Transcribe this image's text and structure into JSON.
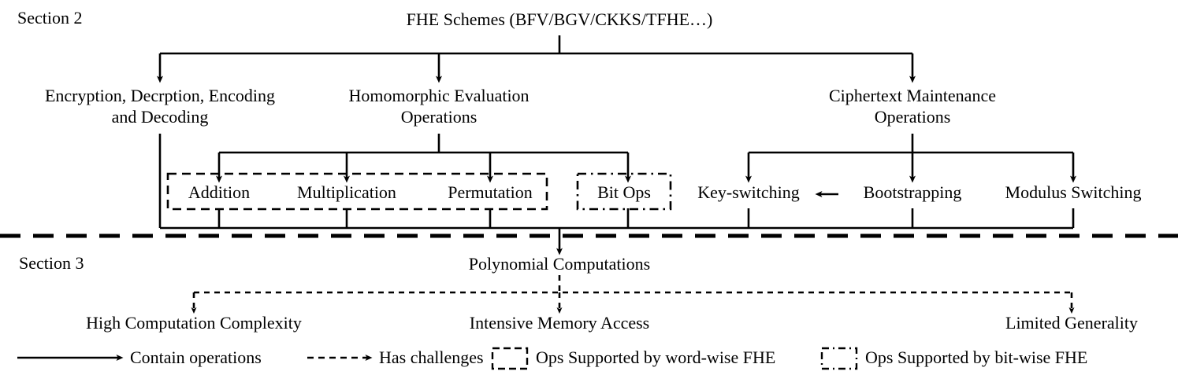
{
  "diagram": {
    "title": "FHE Schemes (BFV/BGV/CKKS/TFHE…)",
    "sections": {
      "upper_label": "Section 2",
      "lower_label": "Section 3"
    },
    "level2": [
      {
        "id": "enc",
        "label": "Encryption, Decrption, Encoding and Decoding"
      },
      {
        "id": "heval",
        "label": "Homomorphic Evaluation Operations"
      },
      {
        "id": "ctmaint",
        "label": "Ciphertext Maintenance Operations"
      }
    ],
    "word_wise_ops": [
      {
        "id": "addition",
        "label": "Addition"
      },
      {
        "id": "multiplication",
        "label": "Multiplication"
      },
      {
        "id": "permutation",
        "label": "Permutation"
      }
    ],
    "bit_wise_ops": [
      {
        "id": "bitops",
        "label": "Bit Ops"
      }
    ],
    "maintenance_ops": [
      {
        "id": "key-switching",
        "label": "Key-switching"
      },
      {
        "id": "bootstrapping",
        "label": "Bootstrapping"
      },
      {
        "id": "modulus-switching",
        "label": "Modulus Switching"
      }
    ],
    "core": {
      "label": "Polynomial Computations"
    },
    "challenges": [
      {
        "id": "complexity",
        "label": "High Computation Complexity"
      },
      {
        "id": "memory",
        "label": "Intensive Memory Access"
      },
      {
        "id": "generality",
        "label": "Limited Generality"
      }
    ],
    "legend": [
      {
        "id": "contain-operations",
        "glyph": "solid-arrow",
        "label": "Contain operations"
      },
      {
        "id": "has-challenges",
        "glyph": "dashed-arrow",
        "label": "Has challenges"
      },
      {
        "id": "word-wise",
        "glyph": "dashed-box",
        "label": "Ops Supported by word-wise FHE"
      },
      {
        "id": "bit-wise",
        "glyph": "dashdot-box",
        "label": "Ops Supported by bit-wise FHE"
      }
    ],
    "colors": {
      "stroke": "#000000",
      "background": "#ffffff",
      "text": "#000000"
    }
  }
}
